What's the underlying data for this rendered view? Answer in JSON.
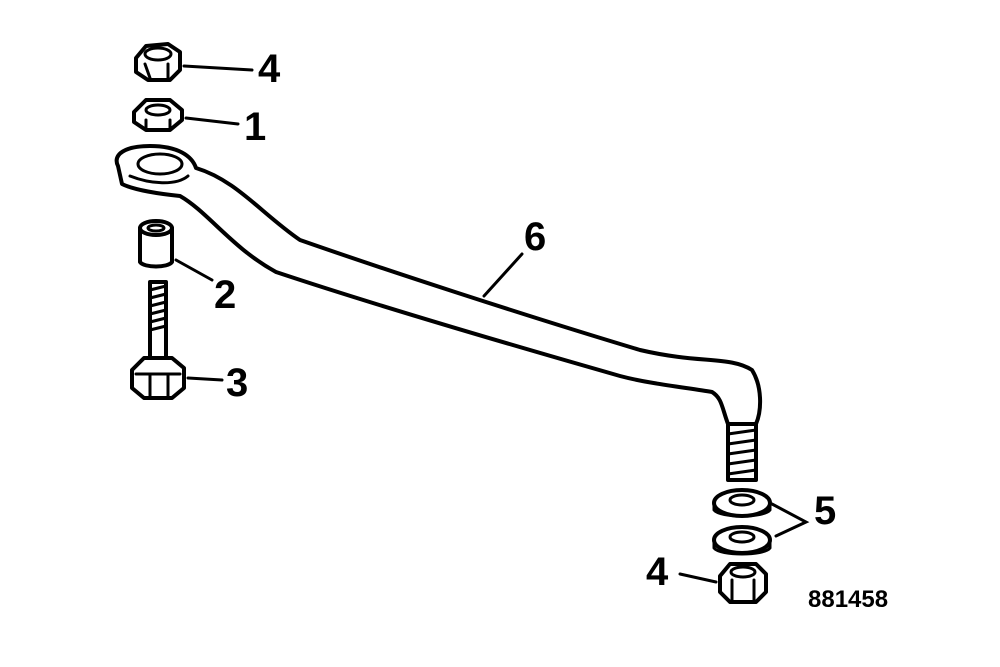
{
  "callouts": {
    "top_locknut": "4",
    "top_nut": "1",
    "spacer": "2",
    "bolt": "3",
    "washers": "5",
    "link_rod": "6",
    "bottom_locknut": "4"
  },
  "figure_id": "881458",
  "colors": {
    "ink": "#000000",
    "paper": "#ffffff"
  }
}
